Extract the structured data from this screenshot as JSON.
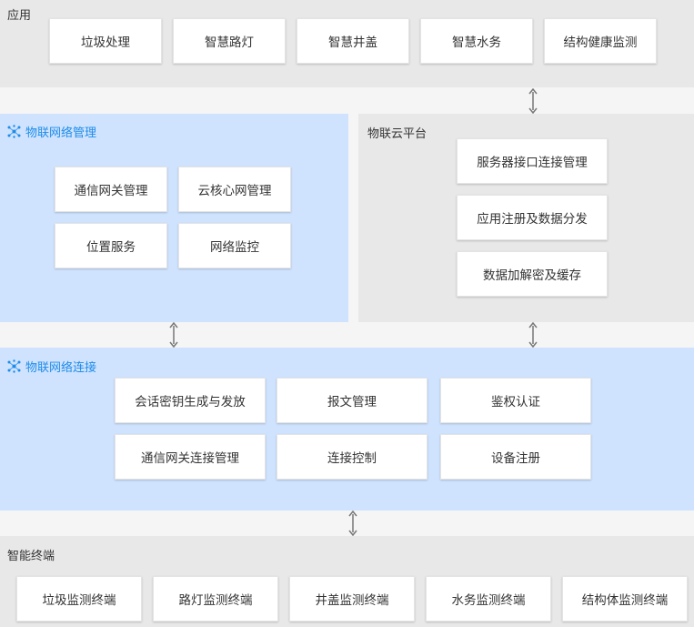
{
  "app": {
    "title": "应用",
    "items": [
      "垃圾处理",
      "智慧路灯",
      "智慧井盖",
      "智慧水务",
      "结构健康监测"
    ]
  },
  "network_mgmt": {
    "title": "物联网络管理",
    "icon": "network-icon",
    "items": [
      "通信网关管理",
      "云核心网管理",
      "位置服务",
      "网络监控"
    ]
  },
  "cloud_platform": {
    "title": "物联云平台",
    "items": [
      "服务器接口连接管理",
      "应用注册及数据分发",
      "数据加解密及缓存"
    ]
  },
  "network_conn": {
    "title": "物联网络连接",
    "icon": "network-icon",
    "items": [
      "会话密钥生成与发放",
      "报文管理",
      "鉴权认证",
      "通信网关连接管理",
      "连接控制",
      "设备注册"
    ]
  },
  "terminals": {
    "title": "智能终端",
    "items": [
      "垃圾监测终端",
      "路灯监测终端",
      "井盖监测终端",
      "水务监测终端",
      "结构体监测终端"
    ]
  },
  "colors": {
    "gray_panel": "#e8e8e8",
    "blue_panel": "#cfe3ff",
    "accent": "#1e8ce8",
    "arrow": "#777777"
  }
}
